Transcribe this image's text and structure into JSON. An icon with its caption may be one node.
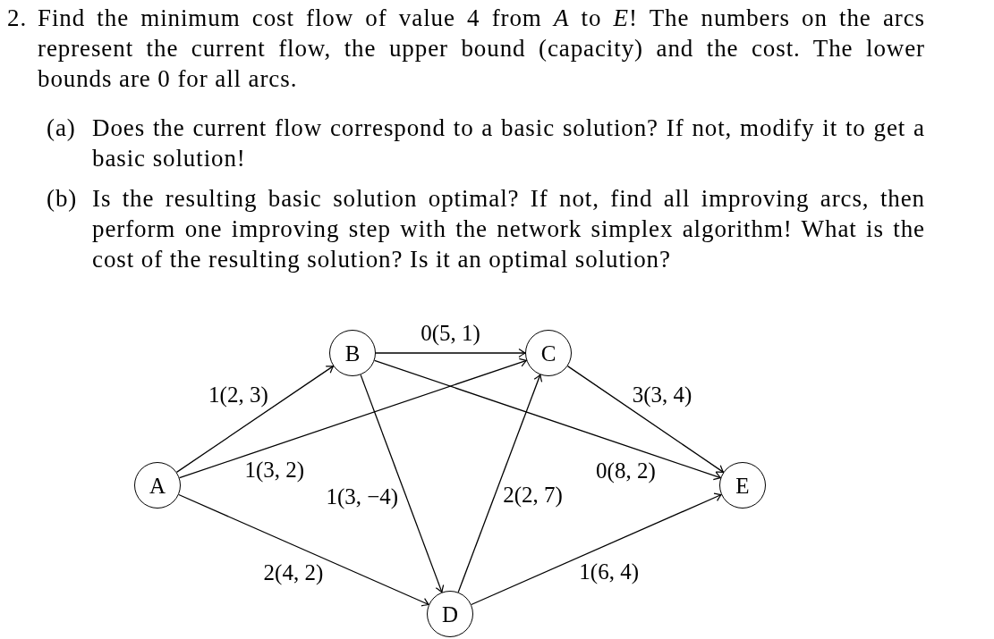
{
  "diagram": {
    "nodes": [
      {
        "text": [
          "A"
        ]
      },
      {
        "text": [
          "B"
        ]
      },
      {
        "text": [
          "C"
        ]
      },
      {
        "text": [
          "D"
        ]
      },
      {
        "text": [
          "E"
        ]
      }
    ],
    "edges": [
      {
        "from": 0,
        "to": 1,
        "arrow": "to",
        "label": "1(2, 3)"
      },
      {
        "from": 0,
        "to": 2,
        "arrow": "to",
        "label": "1(3, 2)"
      },
      {
        "from": 0,
        "to": 3,
        "arrow": "to",
        "label": "2(4, 2)"
      },
      {
        "from": 1,
        "to": 2,
        "arrow": "to",
        "label": "0(5, 1)"
      },
      {
        "from": 1,
        "to": 3,
        "arrow": "to",
        "label": "1(3, −4)"
      },
      {
        "from": 1,
        "to": 4,
        "arrow": "to",
        "label": "0(8, 2)"
      },
      {
        "from": 2,
        "to": 4,
        "arrow": "to",
        "label": "3(3, 4)"
      },
      {
        "from": 3,
        "to": 2,
        "arrow": "to",
        "label": "2(2, 7)"
      },
      {
        "from": 3,
        "to": 4,
        "arrow": "to",
        "label": "1(6, 4)"
      }
    ],
    "labels": [
      "2.",
      "Find the minimum cost flow of value 4 from *A* to *E*! The numbers on the arcs represent the current flow, the upper bound (capacity) and the cost. The lower bounds are 0 for all arcs.",
      "(a)",
      "Does the current flow correspond to a basic solution? If not, modify it to get a basic solution!",
      "(b)",
      "Is the resulting basic solution optimal? If not, find all improving arcs, then perform one improving step with the network simplex algorithm! What is the cost of the resulting solution? Is it an optimal solution?"
    ]
  }
}
